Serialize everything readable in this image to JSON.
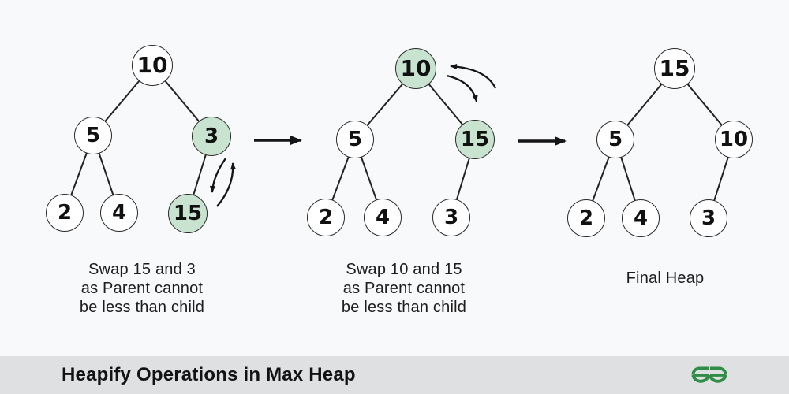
{
  "trees": [
    {
      "name": "step-1",
      "caption_lines": [
        "Swap 15 and 3",
        "as Parent cannot",
        "be less than child"
      ],
      "nodes": [
        {
          "value": "10",
          "highlighted": false
        },
        {
          "value": "5",
          "highlighted": false
        },
        {
          "value": "3",
          "highlighted": true
        },
        {
          "value": "2",
          "highlighted": false
        },
        {
          "value": "4",
          "highlighted": false
        },
        {
          "value": "15",
          "highlighted": true
        }
      ]
    },
    {
      "name": "step-2",
      "caption_lines": [
        "Swap 10 and 15",
        "as Parent cannot",
        "be less than child"
      ],
      "nodes": [
        {
          "value": "10",
          "highlighted": true
        },
        {
          "value": "5",
          "highlighted": false
        },
        {
          "value": "15",
          "highlighted": true
        },
        {
          "value": "2",
          "highlighted": false
        },
        {
          "value": "4",
          "highlighted": false
        },
        {
          "value": "3",
          "highlighted": false
        }
      ]
    },
    {
      "name": "final-step",
      "caption_lines": [
        "Final Heap"
      ],
      "nodes": [
        {
          "value": "15",
          "highlighted": false
        },
        {
          "value": "5",
          "highlighted": false
        },
        {
          "value": "10",
          "highlighted": false
        },
        {
          "value": "2",
          "highlighted": false
        },
        {
          "value": "4",
          "highlighted": false
        },
        {
          "value": "3",
          "highlighted": false
        }
      ]
    }
  ],
  "icons": {
    "flow_arrow": "right-arrow-icon",
    "swap_arrows": "curved-swap-arrows-icon",
    "logo": "geeksforgeeks-logo"
  },
  "footer": {
    "title": "Heapify Operations in Max Heap"
  },
  "colors": {
    "background": "#f8f9fa",
    "node_fill": "#ffffff",
    "node_highlight_fill": "#c8e4d1",
    "node_stroke": "#2a2a2a",
    "line_and_arrow": "#151515",
    "footer_background": "#dee0e2",
    "logo_green": "#2f8d46",
    "text": "#1d1d1d"
  }
}
